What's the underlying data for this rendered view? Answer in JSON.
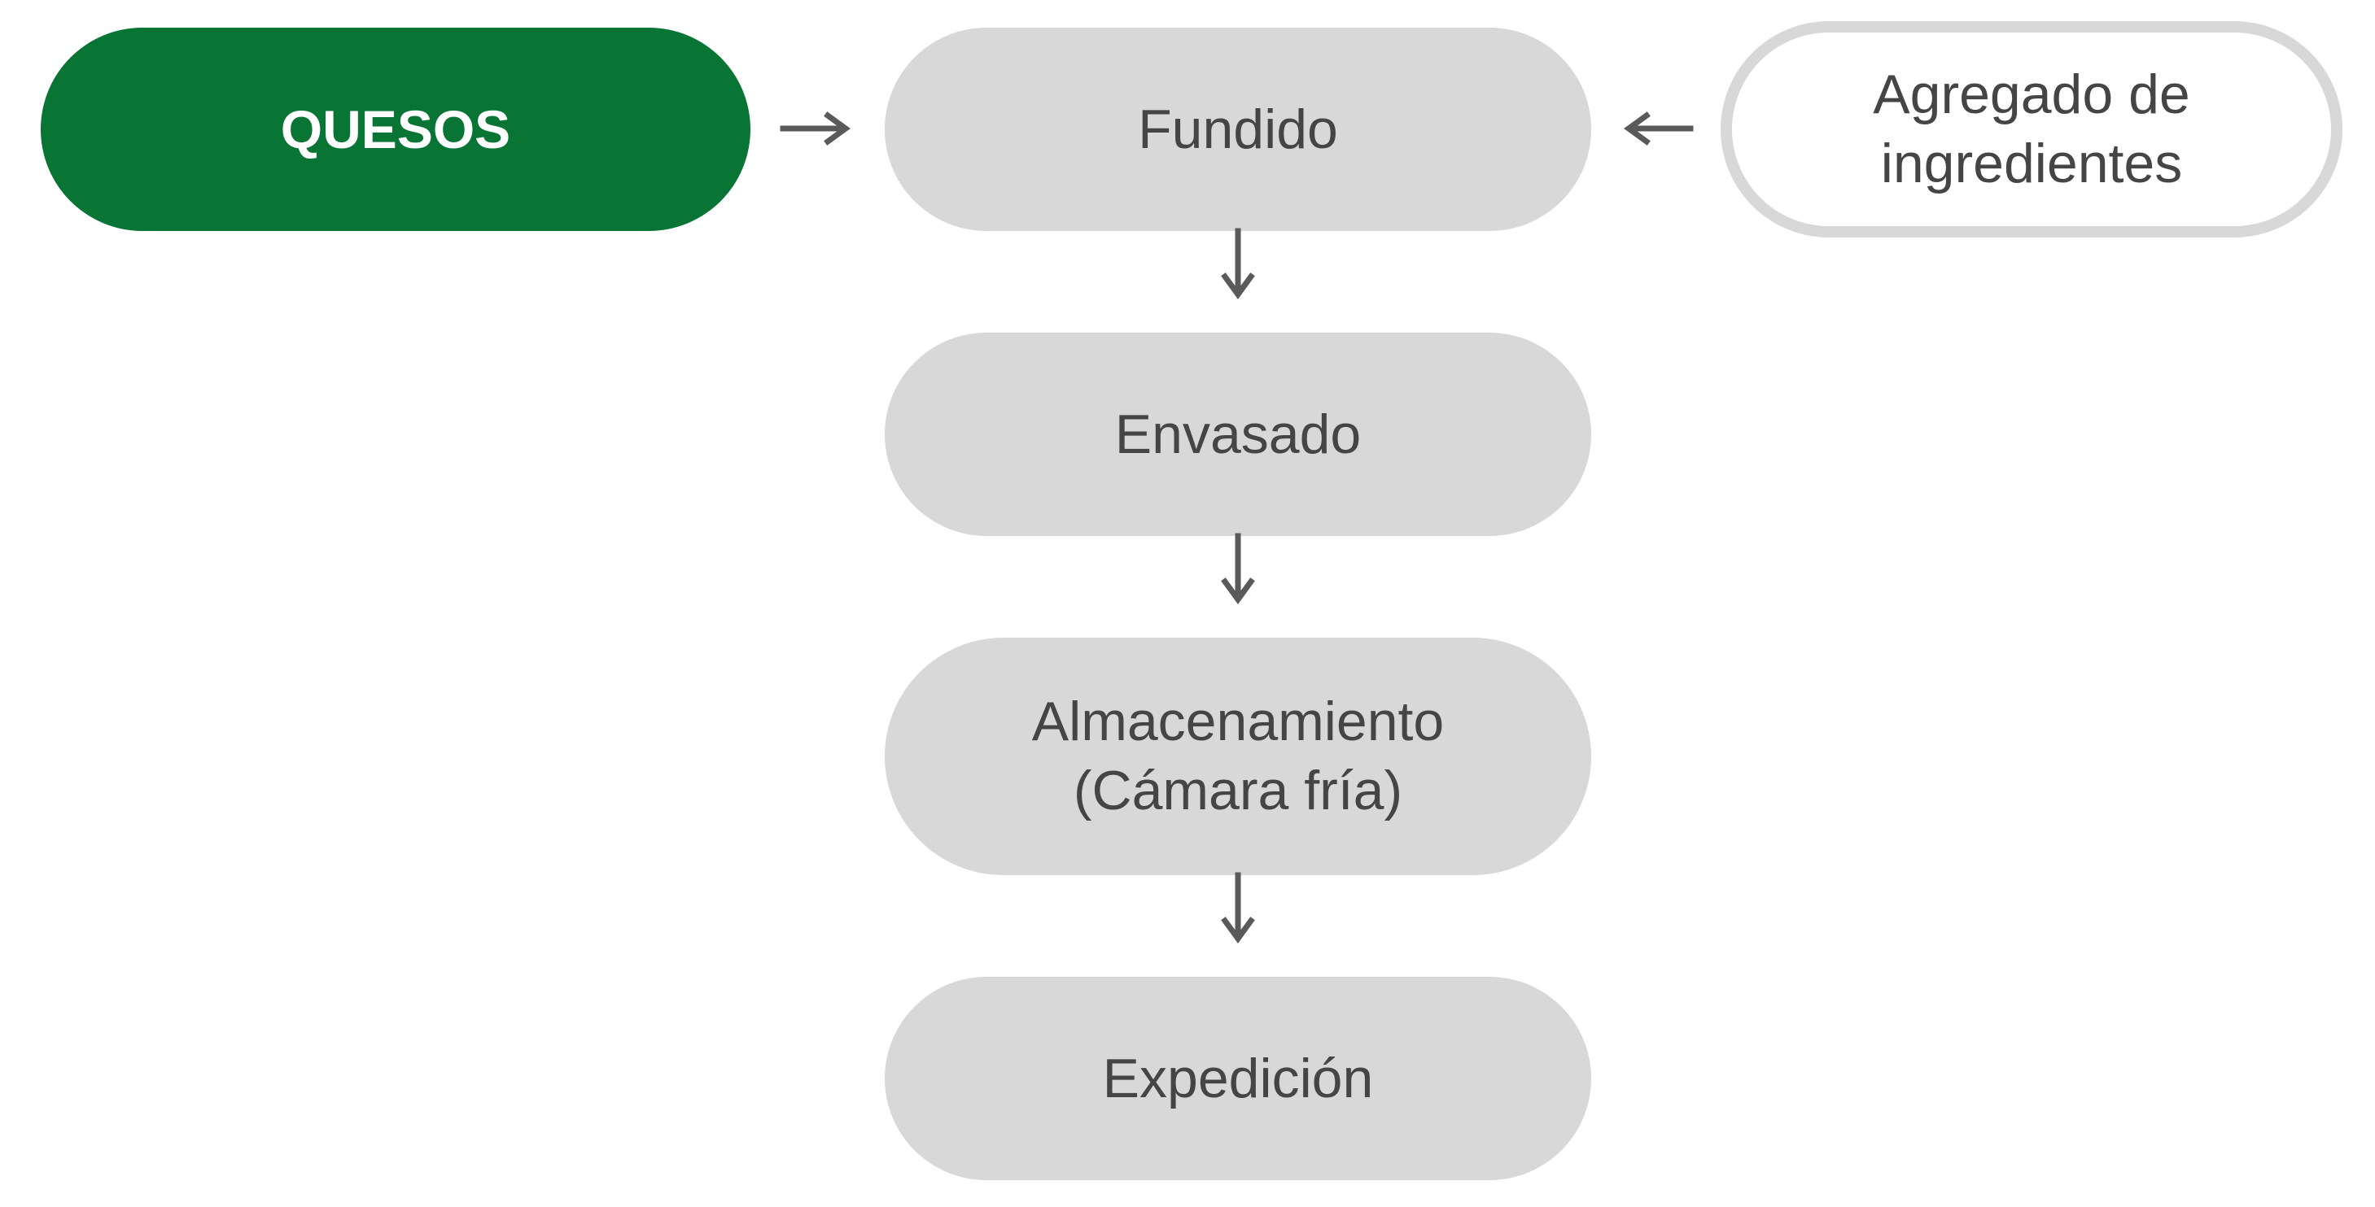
{
  "nodes": {
    "source": "QUESOS",
    "melting": "Fundido",
    "ingredients": [
      "Agregado de",
      "ingredientes"
    ],
    "packaging": "Envasado",
    "storage": [
      "Almacenamiento",
      "(Cámara fría)"
    ],
    "dispatch": "Expedición"
  },
  "colors": {
    "source_fill": "#087535",
    "step_fill": "#d8d8d8",
    "text": "#454545",
    "arrow": "#5a5a5a"
  }
}
